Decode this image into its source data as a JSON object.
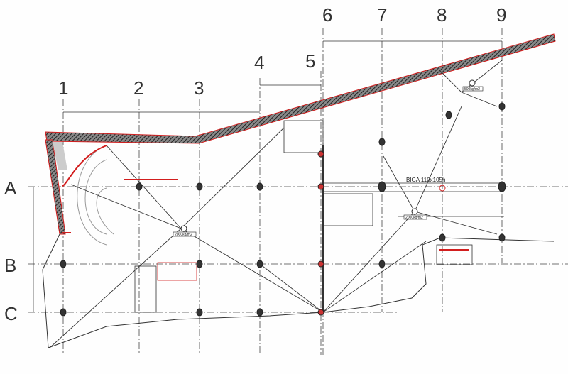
{
  "axes": {
    "columns": [
      "1",
      "2",
      "3",
      "4",
      "5",
      "6",
      "7",
      "8",
      "9"
    ],
    "rows": [
      "A",
      "B",
      "C"
    ]
  },
  "beam_label": "BIGA 110x105h",
  "loads": {
    "center": "2000kg/m2",
    "right": "2000kg/m2",
    "top_right": "500kg/m2"
  },
  "colors": {
    "line": "#333333",
    "accent": "#d21e1e",
    "hatch": "#555555"
  }
}
